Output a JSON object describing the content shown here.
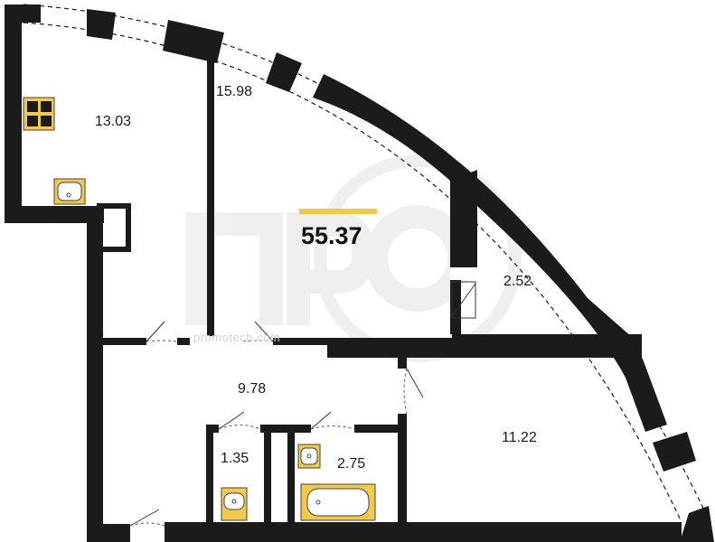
{
  "plan": {
    "total_area": "55.37",
    "rooms": [
      {
        "id": "kitchen",
        "area": "13.03"
      },
      {
        "id": "living",
        "area": "15.98"
      },
      {
        "id": "storage",
        "area": "2.52"
      },
      {
        "id": "hall",
        "area": "9.78"
      },
      {
        "id": "wc",
        "area": "1.35"
      },
      {
        "id": "bathroom",
        "area": "2.75"
      },
      {
        "id": "bedroom",
        "area": "11.22"
      }
    ],
    "watermark": "promotech.com",
    "colors": {
      "wall": "#1b1b1b",
      "fixture": "#f2c94c",
      "fixture_outline": "#444444",
      "accent_bar": "#f2c94c",
      "watermark": "#d9d9d9"
    },
    "icons": [
      "stove-icon",
      "sink-icon",
      "toilet-icon",
      "bathtub-icon",
      "washbasin-icon",
      "door-swing-icon",
      "window-icon"
    ]
  }
}
